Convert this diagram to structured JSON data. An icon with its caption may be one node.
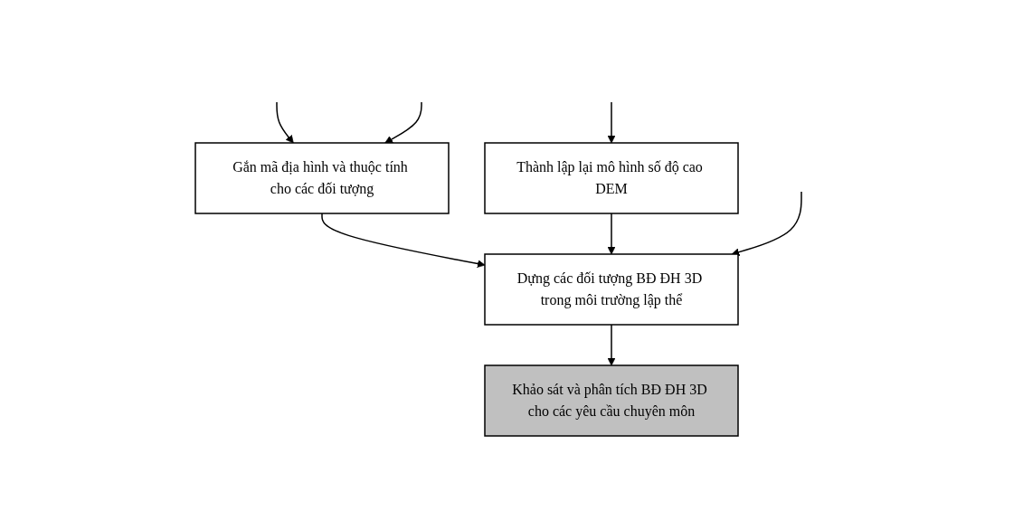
{
  "diagram": {
    "nodes": [
      {
        "text": [
          "Gắn mã địa hình và thuộc tính cho các đối tượng"
        ]
      },
      {
        "text": [
          "Thành lập lại mô hình số độ cao DEM"
        ]
      },
      {
        "text": [
          "Dựng các đối tượng BĐ ĐH 3D trong môi trường lập thể"
        ]
      },
      {
        "text": [
          "Khảo sát và phân tích BĐ ĐH 3D cho các yêu cầu chuyên môn"
        ]
      }
    ],
    "edges": [
      {
        "from": null,
        "to": 0,
        "arrow": "to"
      },
      {
        "from": null,
        "to": 0,
        "arrow": "to"
      },
      {
        "from": 0,
        "to": 2,
        "arrow": "to"
      },
      {
        "from": null,
        "to": 1,
        "arrow": "to"
      },
      {
        "from": 1,
        "to": 2,
        "arrow": "to"
      },
      {
        "from": null,
        "to": 2,
        "arrow": "to"
      },
      {
        "from": 2,
        "to": 3,
        "arrow": "to"
      }
    ]
  }
}
